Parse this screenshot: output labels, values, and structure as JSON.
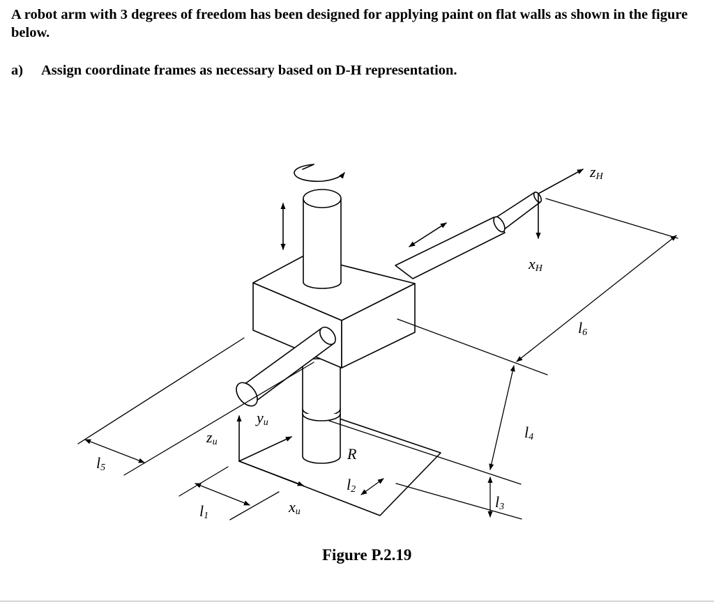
{
  "question": {
    "intro": "A robot arm with 3 degrees of freedom has been designed for applying paint on flat walls as shown in the figure below.",
    "part_letter": "a)",
    "part_text": "Assign coordinate frames as necessary based on D-H representation."
  },
  "figure": {
    "caption": "Figure P.2.19",
    "labels": {
      "z_H": {
        "base": "z",
        "sub": "H"
      },
      "x_H": {
        "base": "x",
        "sub": "H"
      },
      "y_u": {
        "base": "y",
        "sub": "u"
      },
      "z_u": {
        "base": "z",
        "sub": "u"
      },
      "x_u": {
        "base": "x",
        "sub": "u"
      },
      "R": {
        "base": "R",
        "sub": ""
      },
      "l1": {
        "base": "l",
        "sub": "1"
      },
      "l2": {
        "base": "l",
        "sub": "2"
      },
      "l3": {
        "base": "l",
        "sub": "3"
      },
      "l4": {
        "base": "l",
        "sub": "4"
      },
      "l5": {
        "base": "l",
        "sub": "5"
      },
      "l6": {
        "base": "l",
        "sub": "6"
      }
    }
  }
}
